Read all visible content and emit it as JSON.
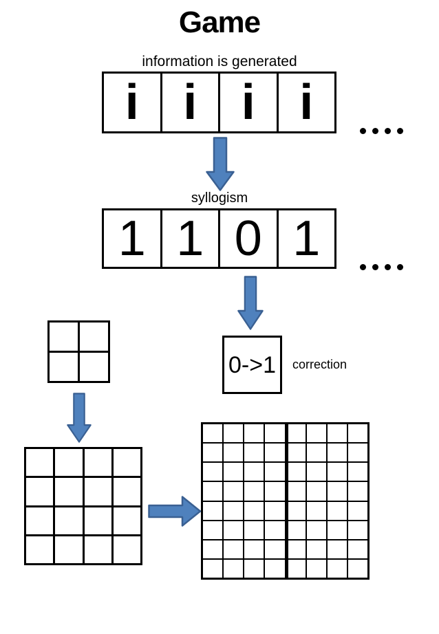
{
  "title": "Game",
  "top_section": {
    "label": "information is generated",
    "cells": {
      "rows": 1,
      "cols": 4,
      "values": [
        "i",
        "i",
        "i",
        "i"
      ]
    },
    "ellipsis": "...."
  },
  "middle_section": {
    "label": "syllogism",
    "cells": {
      "rows": 1,
      "cols": 4,
      "values": [
        "1",
        "1",
        "0",
        "1"
      ]
    },
    "ellipsis": "...."
  },
  "correction": {
    "box_value": "0->1",
    "label": "correction"
  },
  "grids": {
    "small": {
      "rows": 2,
      "cols": 2
    },
    "medium": {
      "rows": 4,
      "cols": 4
    },
    "large": {
      "rows": 8,
      "cols": 8,
      "thick_col": 5
    }
  },
  "icons": {
    "down_arrow": "down-arrow-icon",
    "right_arrow": "right-arrow-icon"
  },
  "colors": {
    "arrow_fill": "#4f81bd",
    "arrow_stroke": "#3a6092",
    "line": "#000000",
    "text": "#000000",
    "background": "#ffffff"
  }
}
